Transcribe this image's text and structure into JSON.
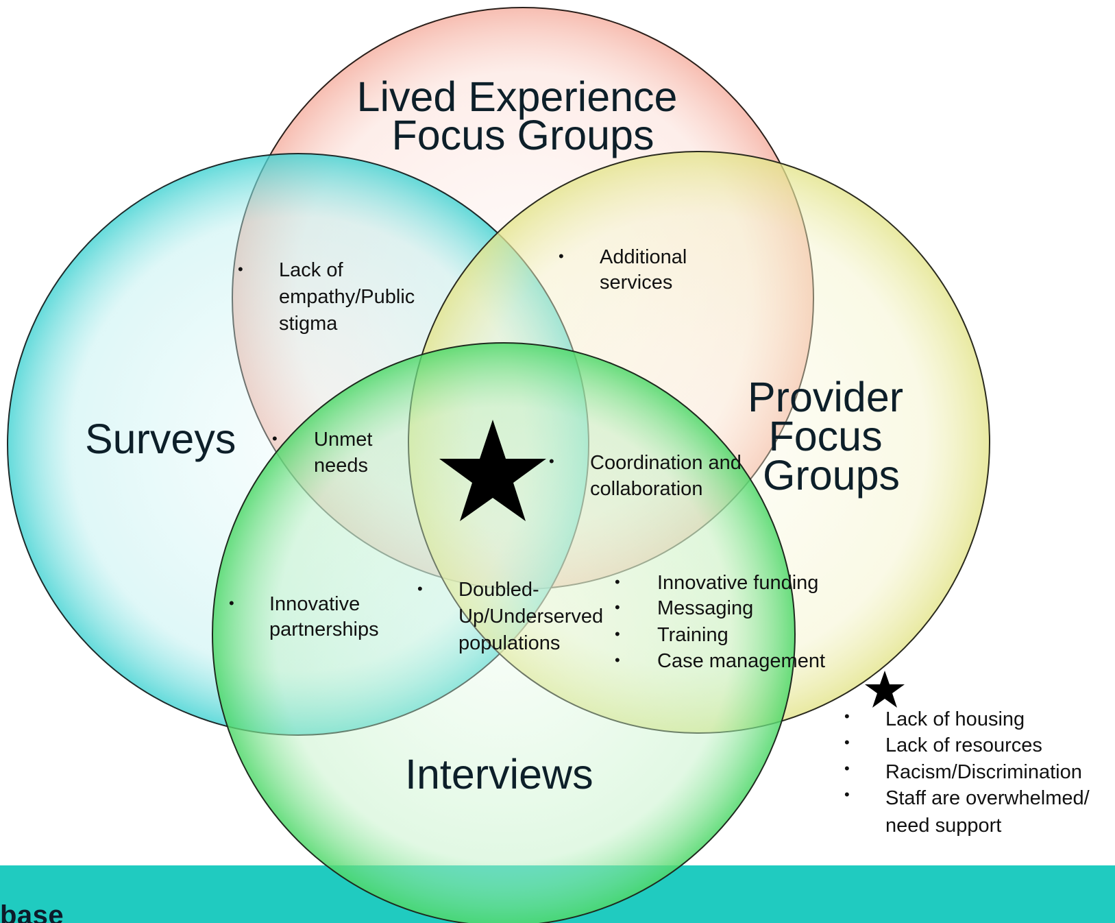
{
  "footer": {
    "logo_text": "base"
  },
  "colors": {
    "lived_experience": "#f4a898",
    "surveys": "#3fd2d2",
    "provider": "#e3e48a",
    "interviews": "#4fd86a",
    "footer_band": "#20cbc0"
  },
  "circles": {
    "lived_experience": {
      "title_line1": "Lived Experience",
      "title_line2": "Focus Groups"
    },
    "surveys": {
      "title": "Surveys"
    },
    "provider": {
      "title_line1": "Provider",
      "title_line2": "Focus",
      "title_line3": "Groups"
    },
    "interviews": {
      "title": "Interviews"
    }
  },
  "overlaps": {
    "surveys_lived": {
      "line1": "Lack of",
      "line2": "empathy/Public",
      "line3": "stigma"
    },
    "lived_provider": {
      "line1": "Additional",
      "line2": "services"
    },
    "surveys_lived_interviews": {
      "line1": "Unmet",
      "line2": "needs"
    },
    "lived_provider_interviews": {
      "line1": "Coordination and",
      "line2": "collaboration"
    },
    "surveys_interviews": {
      "line1": "Innovative",
      "line2": "partnerships"
    },
    "surveys_provider_interviews": {
      "line1": "Doubled-",
      "line2": "Up/Underserved",
      "line3": "populations"
    },
    "provider_interviews": {
      "items": [
        "Innovative funding",
        "Messaging",
        "Training",
        "Case management"
      ]
    }
  },
  "all_sources": {
    "items": [
      "Lack of housing",
      "Lack of resources",
      "Racism/Discrimination",
      "Staff are overwhelmed/"
    ],
    "continuation": "need support"
  }
}
